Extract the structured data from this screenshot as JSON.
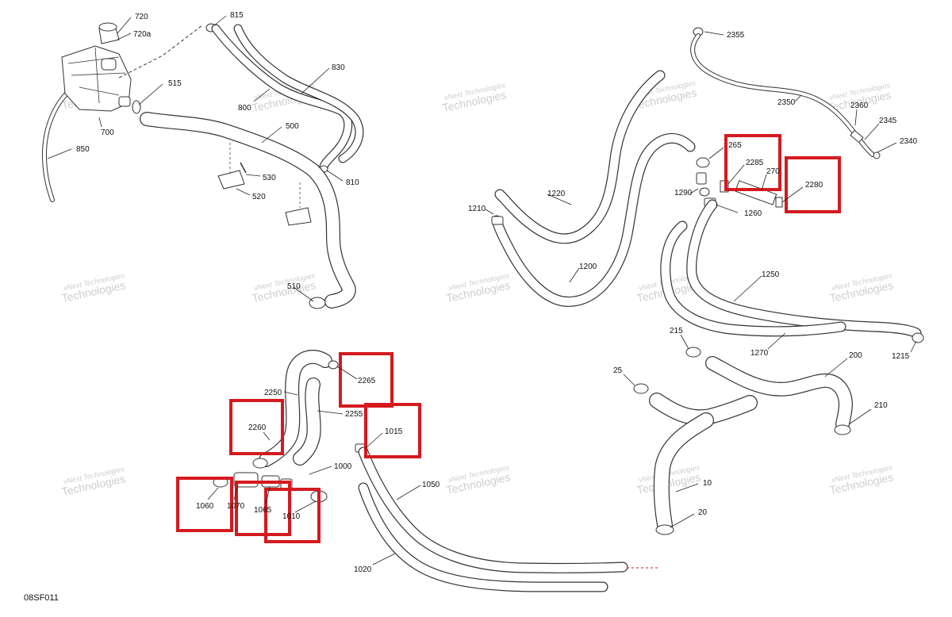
{
  "diagram": {
    "reference_code": "08SF011",
    "watermark": {
      "line1": "vNext Technologies",
      "line2": "Technologies"
    },
    "parts": [
      {
        "id": "p720",
        "label": "720"
      },
      {
        "id": "p720a",
        "label": "720a"
      },
      {
        "id": "p815",
        "label": "815"
      },
      {
        "id": "p830",
        "label": "830"
      },
      {
        "id": "p800",
        "label": "800"
      },
      {
        "id": "p515",
        "label": "515"
      },
      {
        "id": "p700",
        "label": "700"
      },
      {
        "id": "p850",
        "label": "850"
      },
      {
        "id": "p500",
        "label": "500"
      },
      {
        "id": "p810",
        "label": "810"
      },
      {
        "id": "p530",
        "label": "530"
      },
      {
        "id": "p520",
        "label": "520"
      },
      {
        "id": "p510",
        "label": "510"
      },
      {
        "id": "p2355",
        "label": "2355"
      },
      {
        "id": "p2350",
        "label": "2350"
      },
      {
        "id": "p2360",
        "label": "2360"
      },
      {
        "id": "p2345",
        "label": "2345"
      },
      {
        "id": "p2340",
        "label": "2340"
      },
      {
        "id": "p265",
        "label": "265"
      },
      {
        "id": "p2285",
        "label": "2285"
      },
      {
        "id": "p270",
        "label": "270"
      },
      {
        "id": "p2280",
        "label": "2280"
      },
      {
        "id": "p1290",
        "label": "1290"
      },
      {
        "id": "p1260",
        "label": "1260"
      },
      {
        "id": "p1220",
        "label": "1220"
      },
      {
        "id": "p1210",
        "label": "1210"
      },
      {
        "id": "p1200",
        "label": "1200"
      },
      {
        "id": "p1250",
        "label": "1250"
      },
      {
        "id": "p1270",
        "label": "1270"
      },
      {
        "id": "p1215",
        "label": "1215"
      },
      {
        "id": "p215",
        "label": "215"
      },
      {
        "id": "p200",
        "label": "200"
      },
      {
        "id": "p25",
        "label": "25"
      },
      {
        "id": "p210",
        "label": "210"
      },
      {
        "id": "p10",
        "label": "10"
      },
      {
        "id": "p20",
        "label": "20"
      },
      {
        "id": "p2265",
        "label": "2265"
      },
      {
        "id": "p2250",
        "label": "2250"
      },
      {
        "id": "p2255",
        "label": "2255"
      },
      {
        "id": "p2260",
        "label": "2260"
      },
      {
        "id": "p1015",
        "label": "1015"
      },
      {
        "id": "p1000",
        "label": "1000"
      },
      {
        "id": "p1060",
        "label": "1060"
      },
      {
        "id": "p1070",
        "label": "1070"
      },
      {
        "id": "p1065",
        "label": "1065"
      },
      {
        "id": "p1010",
        "label": "1010"
      },
      {
        "id": "p1050",
        "label": "1050"
      },
      {
        "id": "p1020",
        "label": "1020"
      }
    ],
    "highlight_color": "#d41a1f"
  }
}
